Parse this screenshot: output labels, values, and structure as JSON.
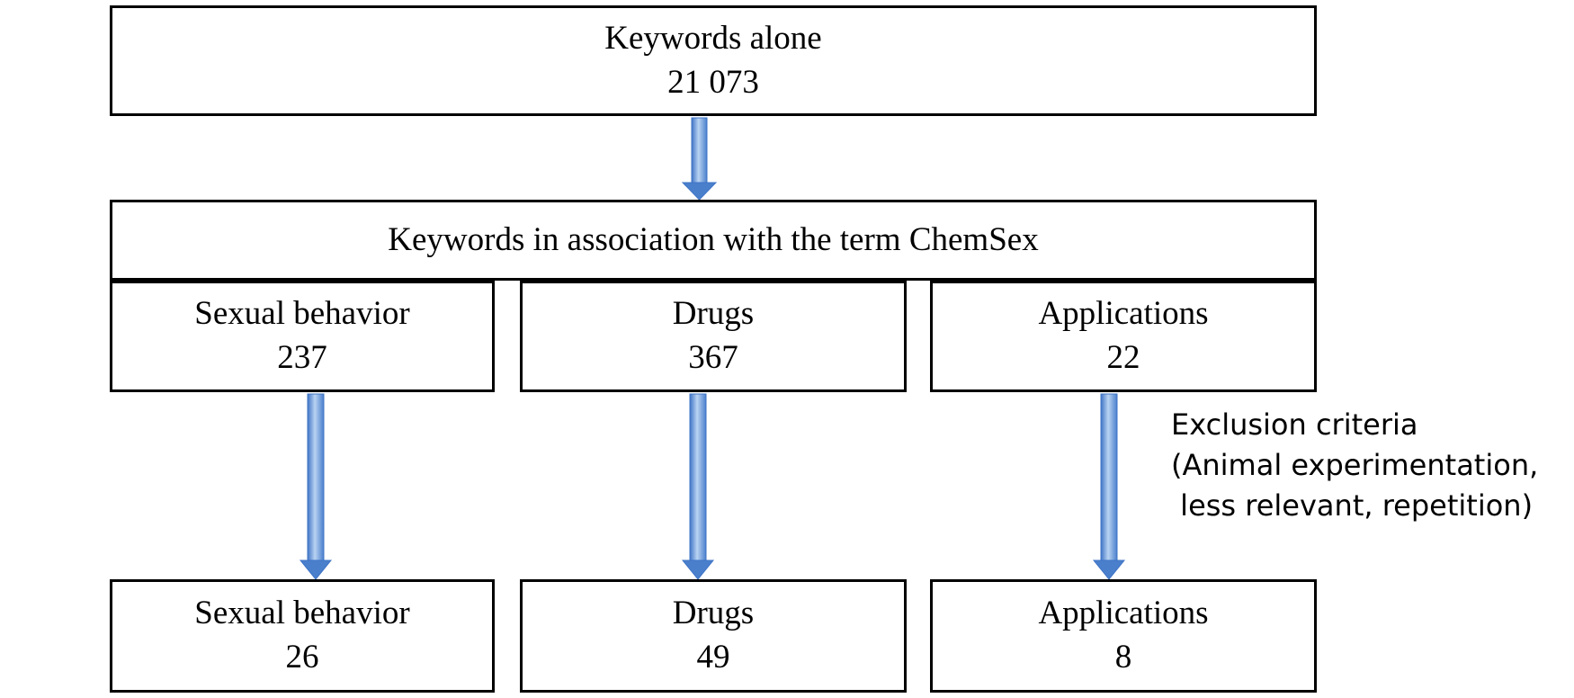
{
  "top_box": {
    "label": "Keywords alone",
    "value": "21 073"
  },
  "association_box": {
    "label": "Keywords in association with the term ChemSex"
  },
  "categories_initial": [
    {
      "label": "Sexual behavior",
      "value": "237"
    },
    {
      "label": "Drugs",
      "value": "367"
    },
    {
      "label": "Applications",
      "value": "22"
    }
  ],
  "categories_final": [
    {
      "label": "Sexual behavior",
      "value": "26"
    },
    {
      "label": "Drugs",
      "value": "49"
    },
    {
      "label": "Applications",
      "value": "8"
    }
  ],
  "exclusion": {
    "title": "Exclusion criteria",
    "line1": "(Animal experimentation,",
    "line2": " less relevant, repetition)"
  },
  "colors": {
    "arrow_light": "#b9d3f2",
    "arrow_mid": "#6f9fde",
    "arrow_dark": "#3f74c6"
  }
}
